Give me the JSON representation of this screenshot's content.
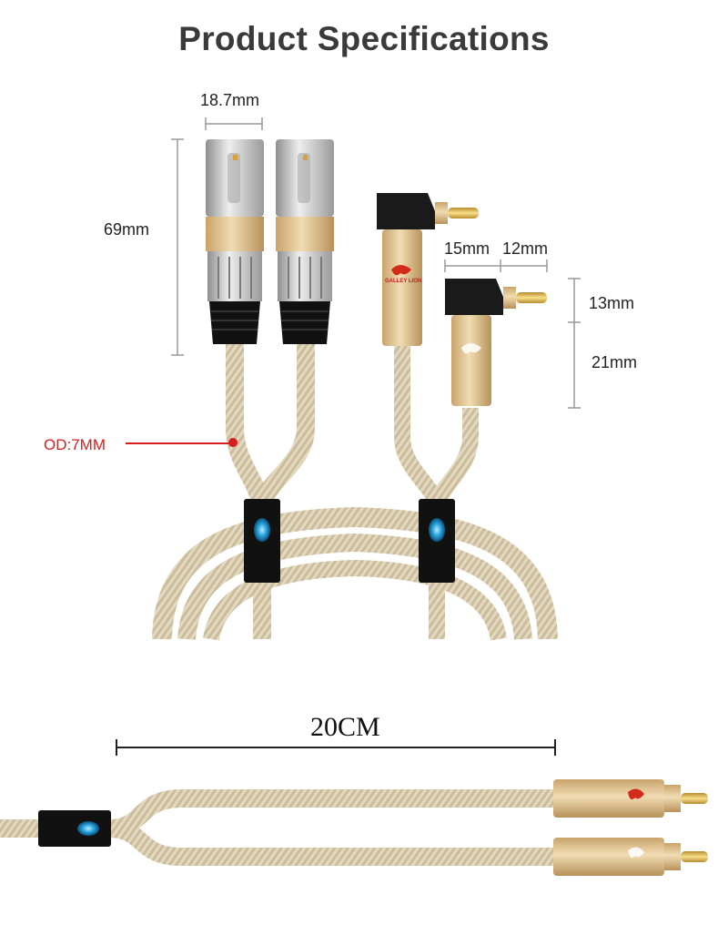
{
  "title": "Product Specifications",
  "colors": {
    "cable": "#d9cdb3",
    "connector_gold": "#d6b88a",
    "connector_silver": "#c8c8c8",
    "splitter": "#111111",
    "led": "#2aa6e0",
    "od_marker": "#d41e1e"
  },
  "dimensions": {
    "xlr_width": "18.7mm",
    "xlr_length": "69mm",
    "rca_offset": "15mm",
    "rca_tip": "12mm",
    "rca_head_height": "13mm",
    "rca_body_height": "21mm",
    "outer_diameter": "OD:7MM",
    "splitter_length": "20CM"
  },
  "icons": [
    "lion-logo-icon",
    "led-indicator-icon"
  ],
  "brand_logo_text": "GALLEY LION"
}
